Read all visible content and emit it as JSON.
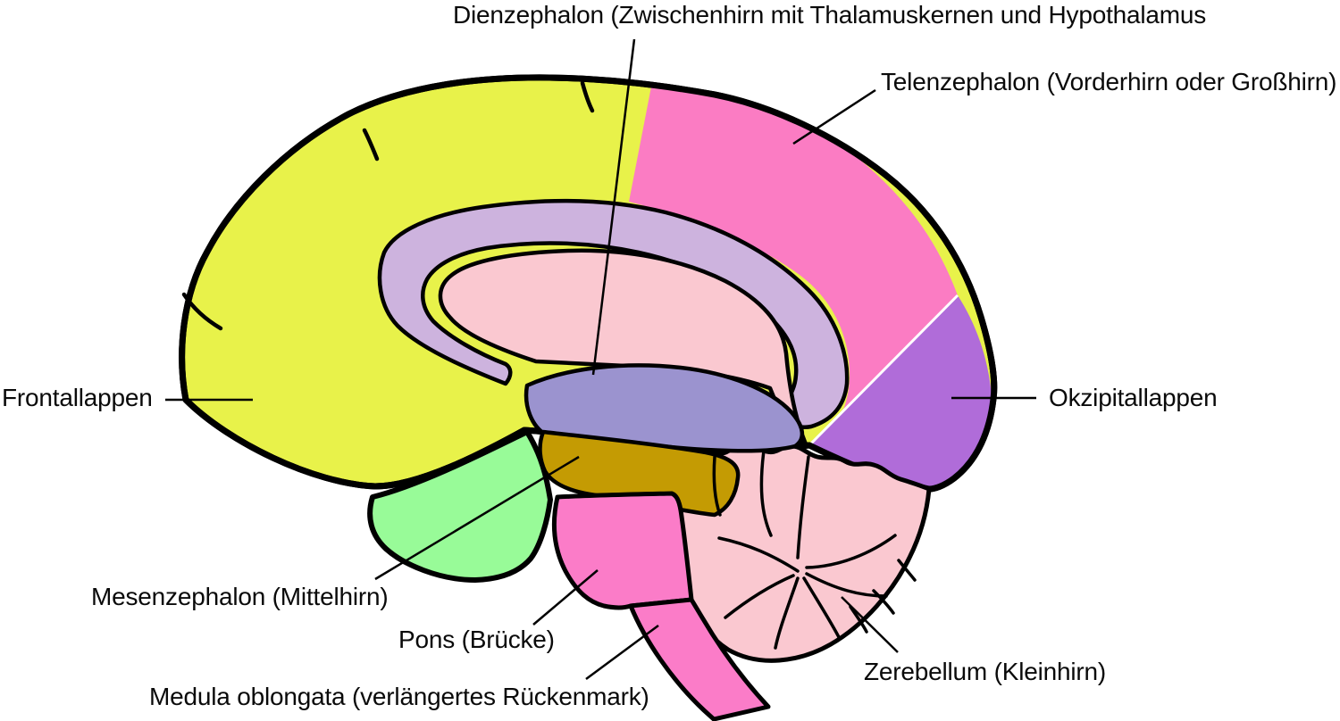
{
  "diagram": {
    "labels": {
      "dienzephalon": "Dienzephalon (Zwischenhirn mit Thalamuskernen und Hypothalamus",
      "telenzephalon": "Telenzephalon (Vorderhirn oder Großhirn)",
      "frontallappen": "Frontallappen",
      "okzipitallappen": "Okzipitallappen",
      "mesenzephalon": "Mesenzephalon (Mittelhirn)",
      "pons": "Pons (Brücke)",
      "medulla": "Medula oblongata (verlängertes Rückenmark)",
      "zerebellum": "Zerebellum (Kleinhirn)"
    },
    "colors": {
      "background": "#FFFFFF",
      "outline": "#000000",
      "frontal_yellow": "#E8F24A",
      "telencephalon_pink": "#FB7CC3",
      "occipital_purple": "#B06CD9",
      "corpus_callosum_lavender": "#CDB3DE",
      "inner_band_pink": "#FAC8D0",
      "diencephalon_periwinkle": "#9B93CF",
      "mesencephalon_gold": "#C49B03",
      "temporal_green": "#98FB98",
      "pons_medulla_pink": "#FB7CC8",
      "cerebellum_pink": "#FAC8D0",
      "divider_white": "#FFFFFF"
    }
  }
}
